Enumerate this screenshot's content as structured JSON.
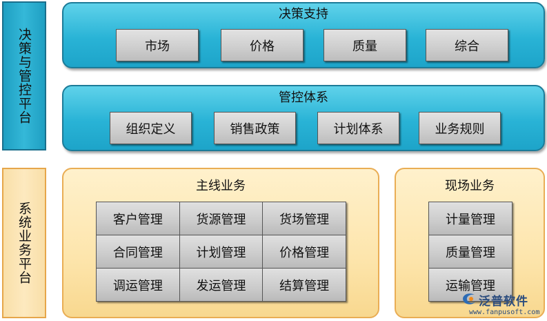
{
  "side_labels": {
    "top": "决策与管控平台",
    "bottom": "系统业务平台"
  },
  "decision_support": {
    "title": "决策支持",
    "items": [
      "市场",
      "价格",
      "质量",
      "综合"
    ]
  },
  "control_system": {
    "title": "管控体系",
    "items": [
      "组织定义",
      "销售政策",
      "计划体系",
      "业务规则"
    ]
  },
  "main_business": {
    "title": "主线业务",
    "cells": [
      "客户管理",
      "货源管理",
      "货场管理",
      "合同管理",
      "计划管理",
      "价格管理",
      "调运管理",
      "发运管理",
      "结算管理"
    ]
  },
  "field_business": {
    "title": "现场业务",
    "items": [
      "计量管理",
      "质量管理",
      "运输管理"
    ]
  },
  "watermark": {
    "name": "泛普软件",
    "url": "www.fanpusoft.com"
  },
  "colors": {
    "blue_panel": "#29b3d6",
    "orange_panel": "#fde5ac",
    "button_grey": "#cfcfcf"
  }
}
